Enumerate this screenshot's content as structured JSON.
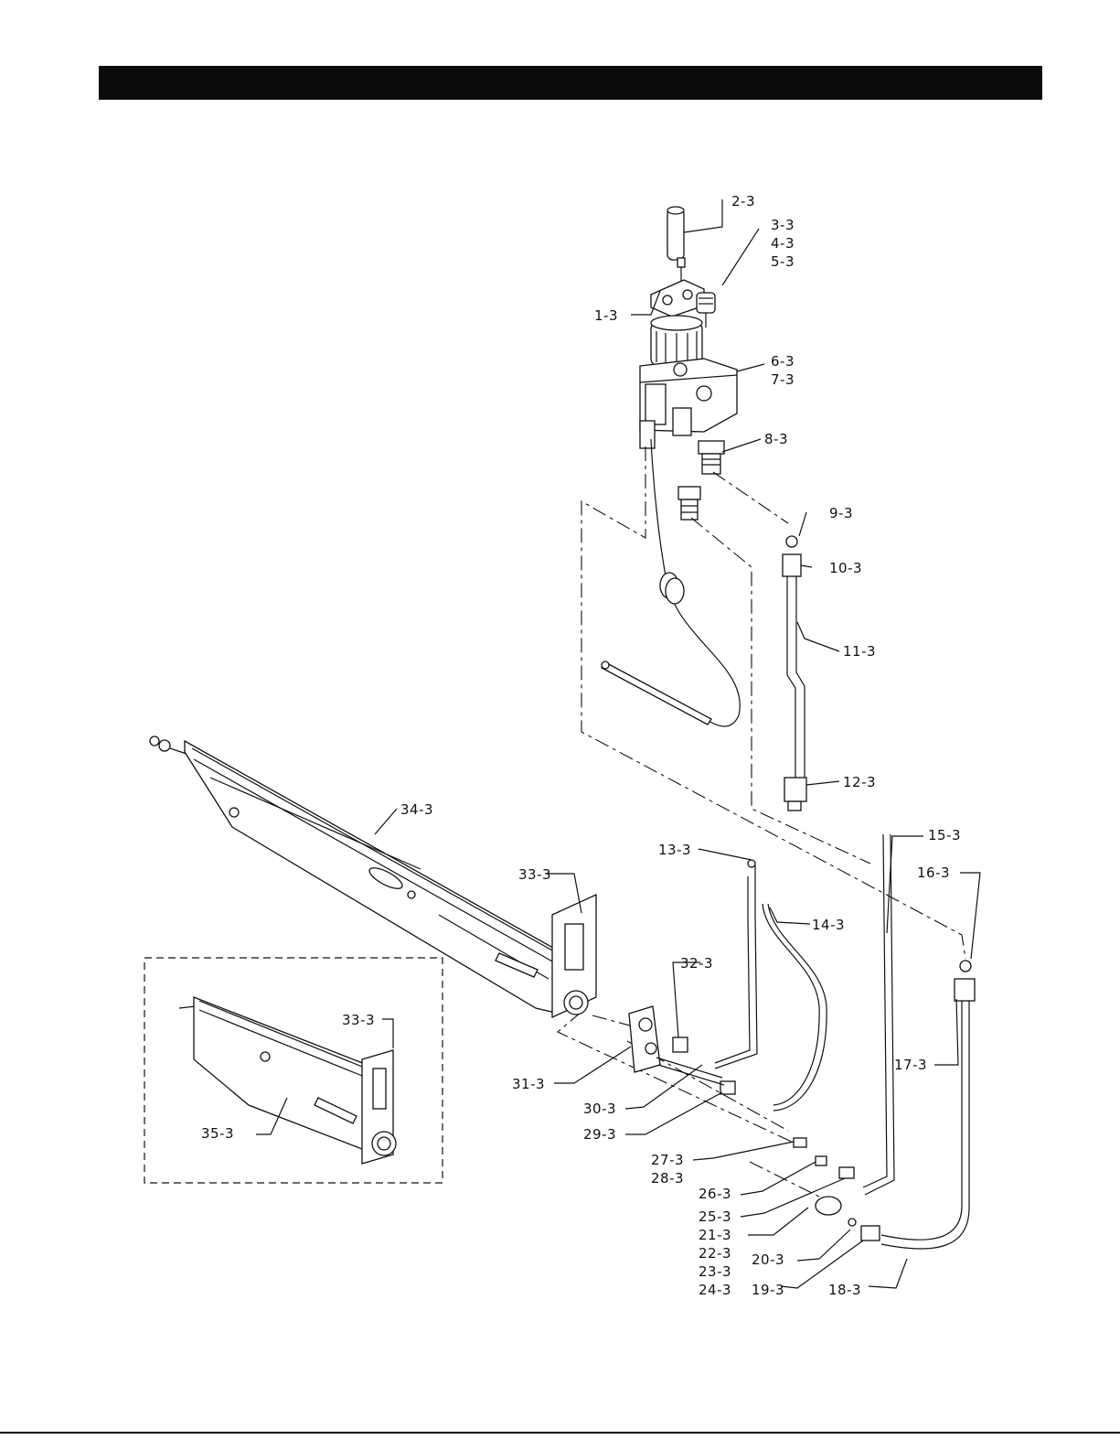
{
  "header": {
    "color": "#0b0b0b"
  },
  "callouts": [
    {
      "id": "c1",
      "text": "1-3"
    },
    {
      "id": "c2",
      "text": "2-3"
    },
    {
      "id": "c3",
      "text": "3-3"
    },
    {
      "id": "c4",
      "text": "4-3"
    },
    {
      "id": "c5",
      "text": "5-3"
    },
    {
      "id": "c6",
      "text": "6-3"
    },
    {
      "id": "c7",
      "text": "7-3"
    },
    {
      "id": "c8",
      "text": "8-3"
    },
    {
      "id": "c9",
      "text": "9-3"
    },
    {
      "id": "c10",
      "text": "10-3"
    },
    {
      "id": "c11",
      "text": "11-3"
    },
    {
      "id": "c12",
      "text": "12-3"
    },
    {
      "id": "c13",
      "text": "13-3"
    },
    {
      "id": "c14",
      "text": "14-3"
    },
    {
      "id": "c15",
      "text": "15-3"
    },
    {
      "id": "c16",
      "text": "16-3"
    },
    {
      "id": "c17",
      "text": "17-3"
    },
    {
      "id": "c18",
      "text": "18-3"
    },
    {
      "id": "c19",
      "text": "19-3"
    },
    {
      "id": "c20",
      "text": "20-3"
    },
    {
      "id": "c21",
      "text": "21-3"
    },
    {
      "id": "c22",
      "text": "22-3"
    },
    {
      "id": "c23",
      "text": "23-3"
    },
    {
      "id": "c24",
      "text": "24-3"
    },
    {
      "id": "c25",
      "text": "25-3"
    },
    {
      "id": "c26",
      "text": "26-3"
    },
    {
      "id": "c27",
      "text": "27-3"
    },
    {
      "id": "c28",
      "text": "28-3"
    },
    {
      "id": "c29",
      "text": "29-3"
    },
    {
      "id": "c30",
      "text": "30-3"
    },
    {
      "id": "c31",
      "text": "31-3"
    },
    {
      "id": "c32",
      "text": "32-3"
    },
    {
      "id": "c33",
      "text": "33-3"
    },
    {
      "id": "c33b",
      "text": "33-3"
    },
    {
      "id": "c34",
      "text": "34-3"
    },
    {
      "id": "c35",
      "text": "35-3"
    }
  ]
}
